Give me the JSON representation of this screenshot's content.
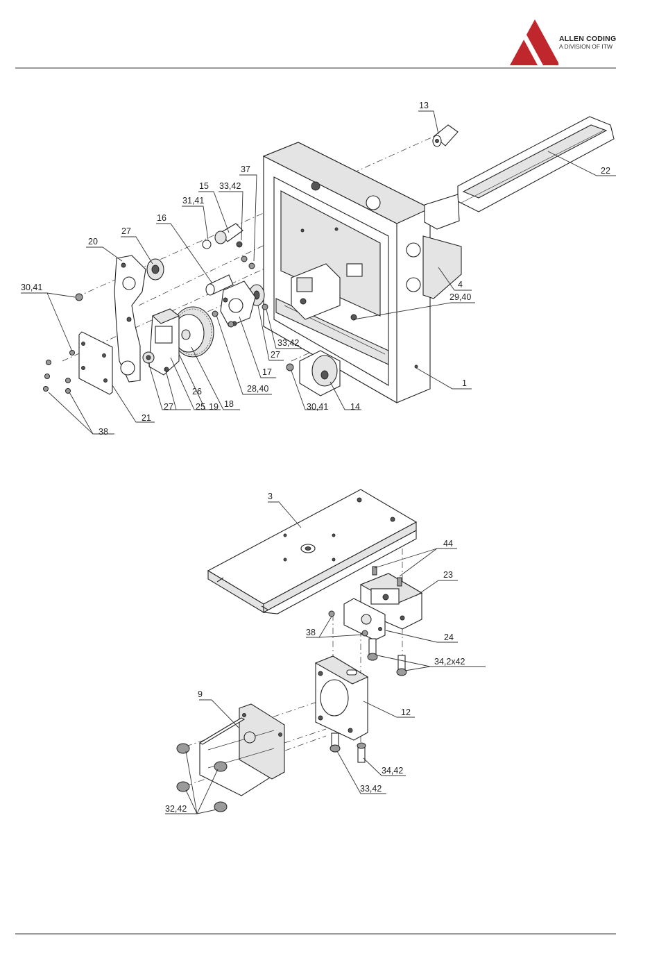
{
  "header": {
    "brand_name": "ALLEN CODING",
    "brand_tagline": "A DIVISION OF ITW",
    "brand_color": "#c0272d"
  },
  "upper_assembly": {
    "callouts": [
      "13",
      "22",
      "37",
      "15",
      "33,42",
      "31,41",
      "16",
      "27",
      "20",
      "30,41",
      "4",
      "29,40",
      "33,42",
      "27",
      "17",
      "28,40",
      "18",
      "19",
      "26",
      "25",
      "27",
      "21",
      "38",
      "30,41",
      "14",
      "1"
    ]
  },
  "lower_assembly": {
    "callouts": [
      "3",
      "44",
      "23",
      "38",
      "24",
      "34,2x42",
      "12",
      "9",
      "34,42",
      "33,42",
      "32,42"
    ]
  }
}
